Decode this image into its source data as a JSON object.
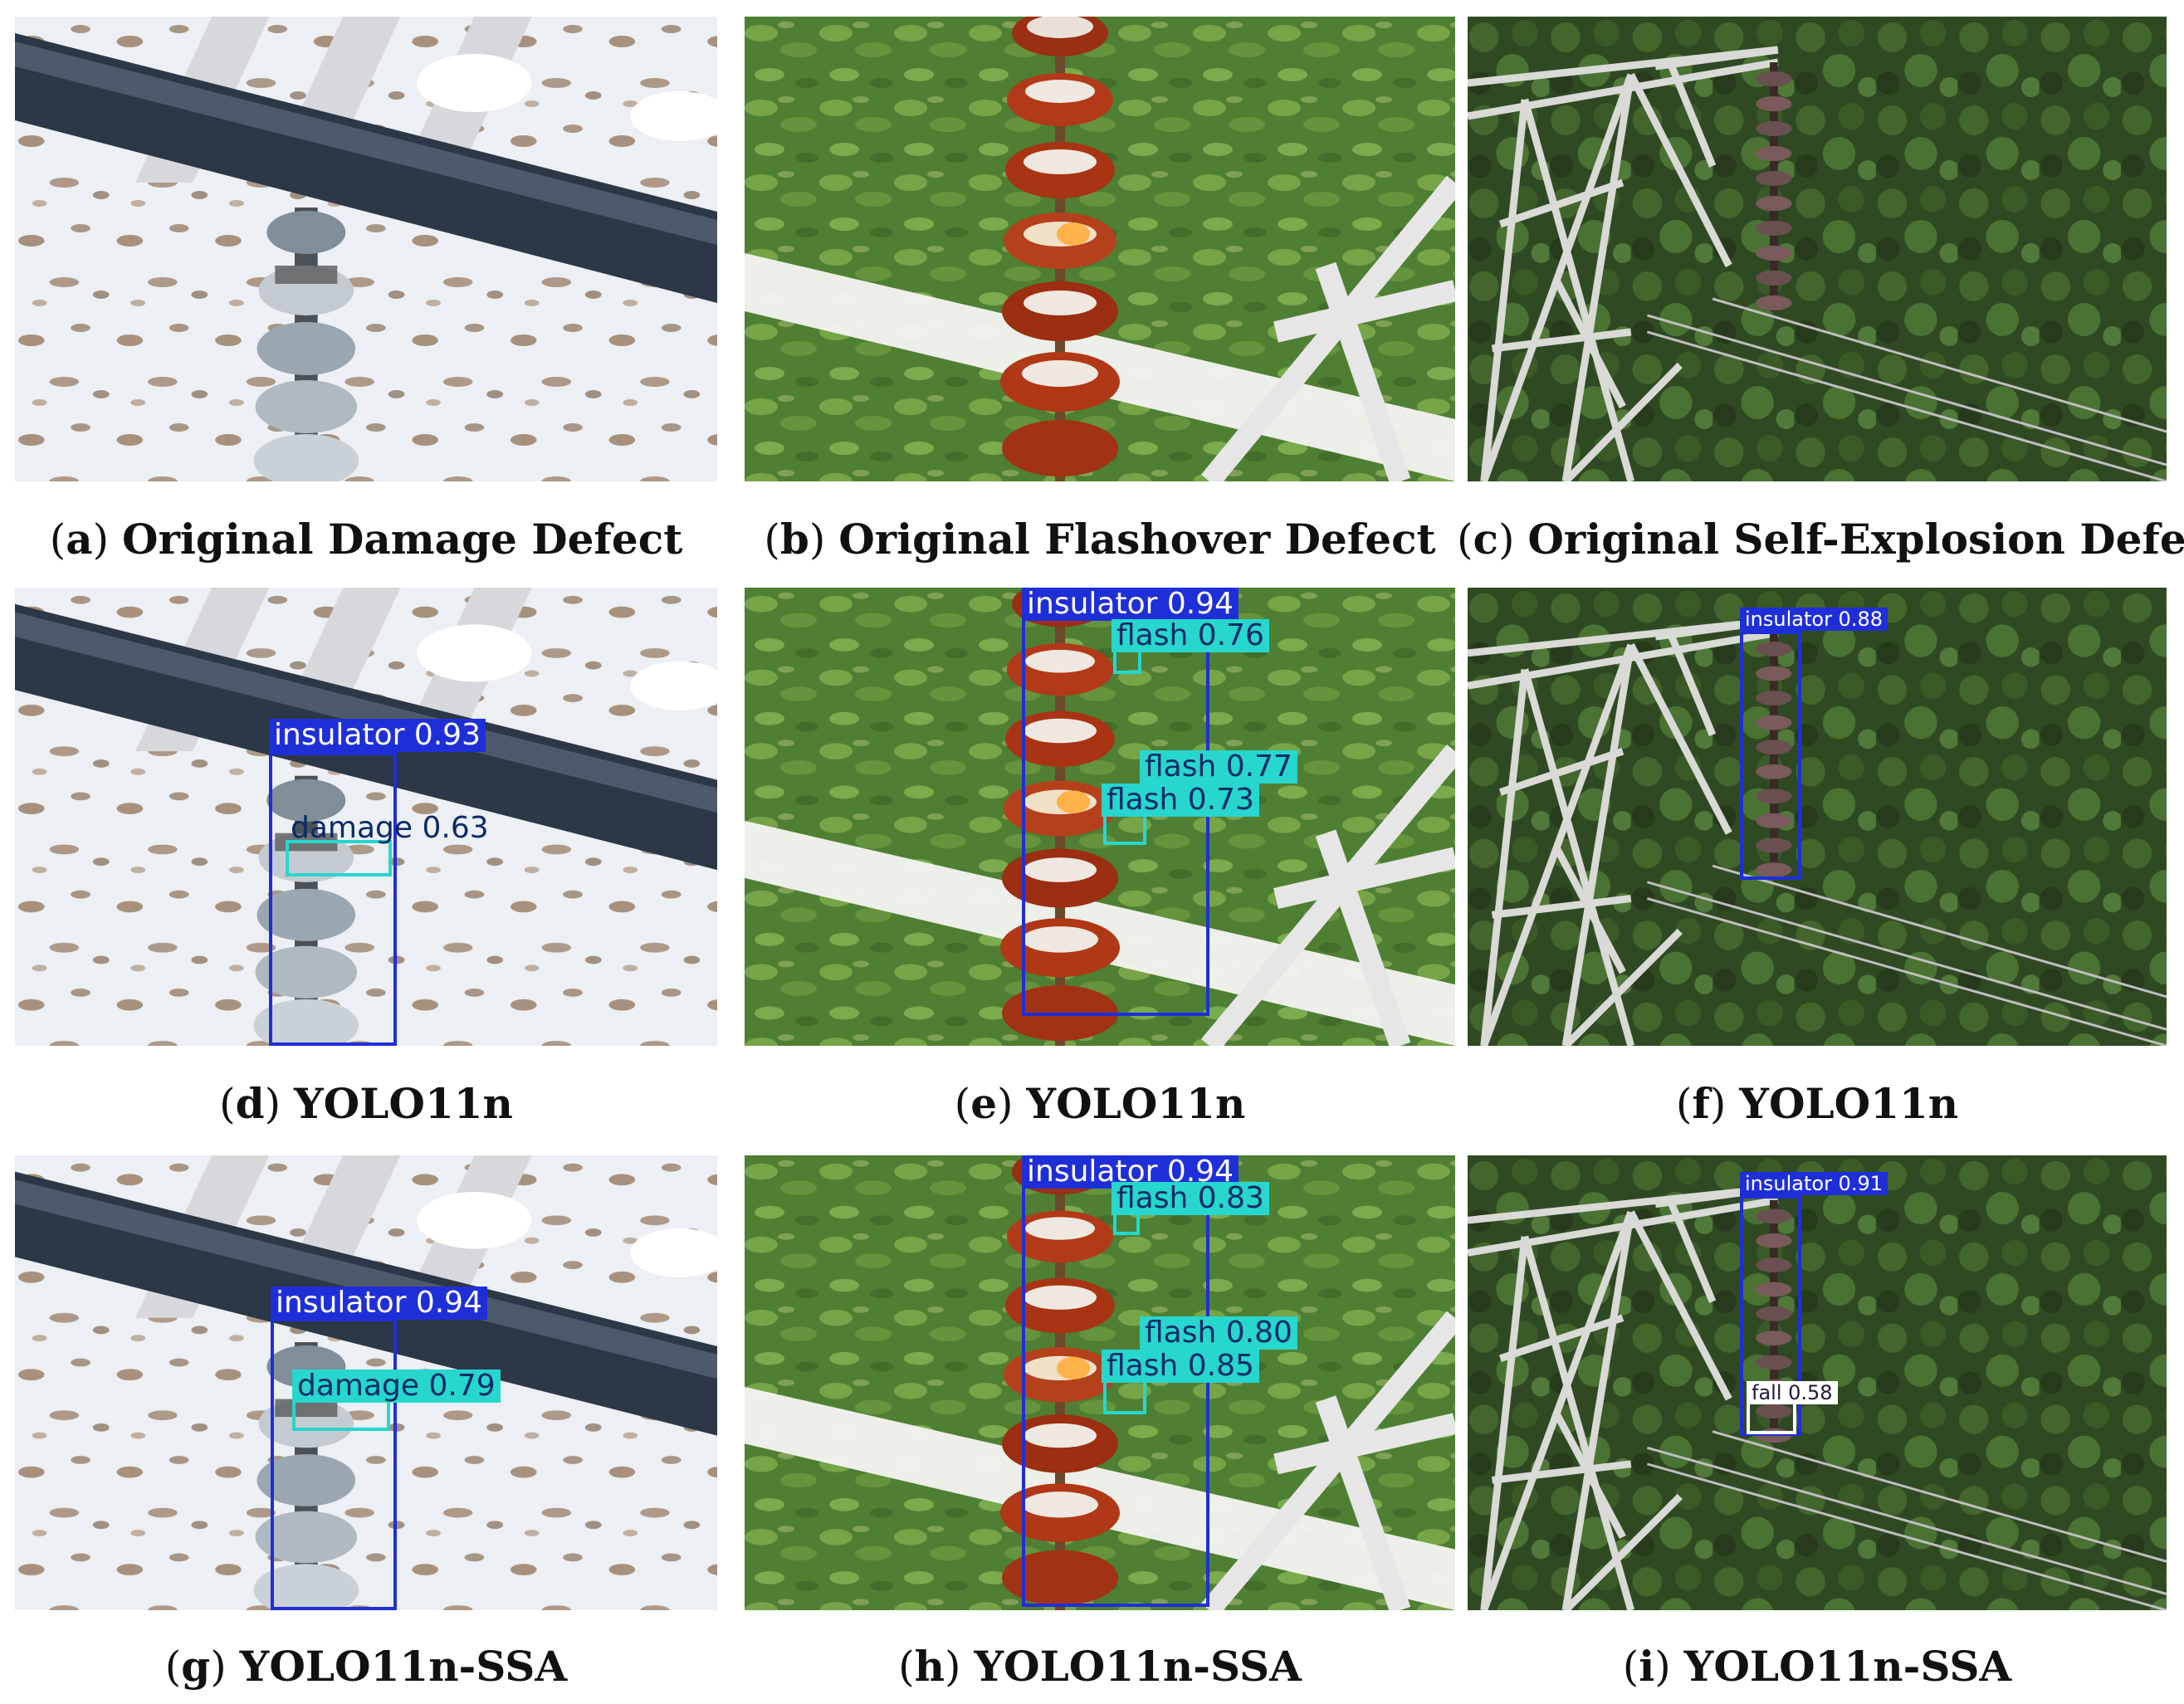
{
  "panels": [
    {
      "id": "a",
      "letter": "a",
      "label": "Original Damage Defect"
    },
    {
      "id": "b",
      "letter": "b",
      "label": "Original Flashover Defect"
    },
    {
      "id": "c",
      "letter": "c",
      "label": "Original Self-Explosion Defect"
    },
    {
      "id": "d",
      "letter": "d",
      "label": "YOLO11n"
    },
    {
      "id": "e",
      "letter": "e",
      "label": "YOLO11n"
    },
    {
      "id": "f",
      "letter": "f",
      "label": "YOLO11n"
    },
    {
      "id": "g",
      "letter": "g",
      "label": "YOLO11n-SSA"
    },
    {
      "id": "h",
      "letter": "h",
      "label": "YOLO11n-SSA"
    },
    {
      "id": "i",
      "letter": "i",
      "label": "YOLO11n-SSA"
    }
  ],
  "detections": {
    "d": [
      {
        "label": "insulator 0.93"
      },
      {
        "label": "damage 0.63"
      }
    ],
    "e": [
      {
        "label": "insulator 0.94"
      },
      {
        "label": "flash 0.76"
      },
      {
        "label": "flash 0.77"
      },
      {
        "label": "flash 0.73"
      }
    ],
    "f": [
      {
        "label": "insulator 0.88"
      }
    ],
    "g": [
      {
        "label": "insulator 0.94"
      },
      {
        "label": "damage 0.79"
      }
    ],
    "h": [
      {
        "label": "insulator 0.94"
      },
      {
        "label": "flash 0.83"
      },
      {
        "label": "flash 0.80"
      },
      {
        "label": "flash 0.85"
      }
    ],
    "i": [
      {
        "label": "insulator 0.91"
      },
      {
        "label": "fall 0.58"
      }
    ]
  },
  "colors": {
    "insulator_box": "#1f2fd8",
    "defect_box": "#27d6cd",
    "fall_box": "#ffffff"
  }
}
